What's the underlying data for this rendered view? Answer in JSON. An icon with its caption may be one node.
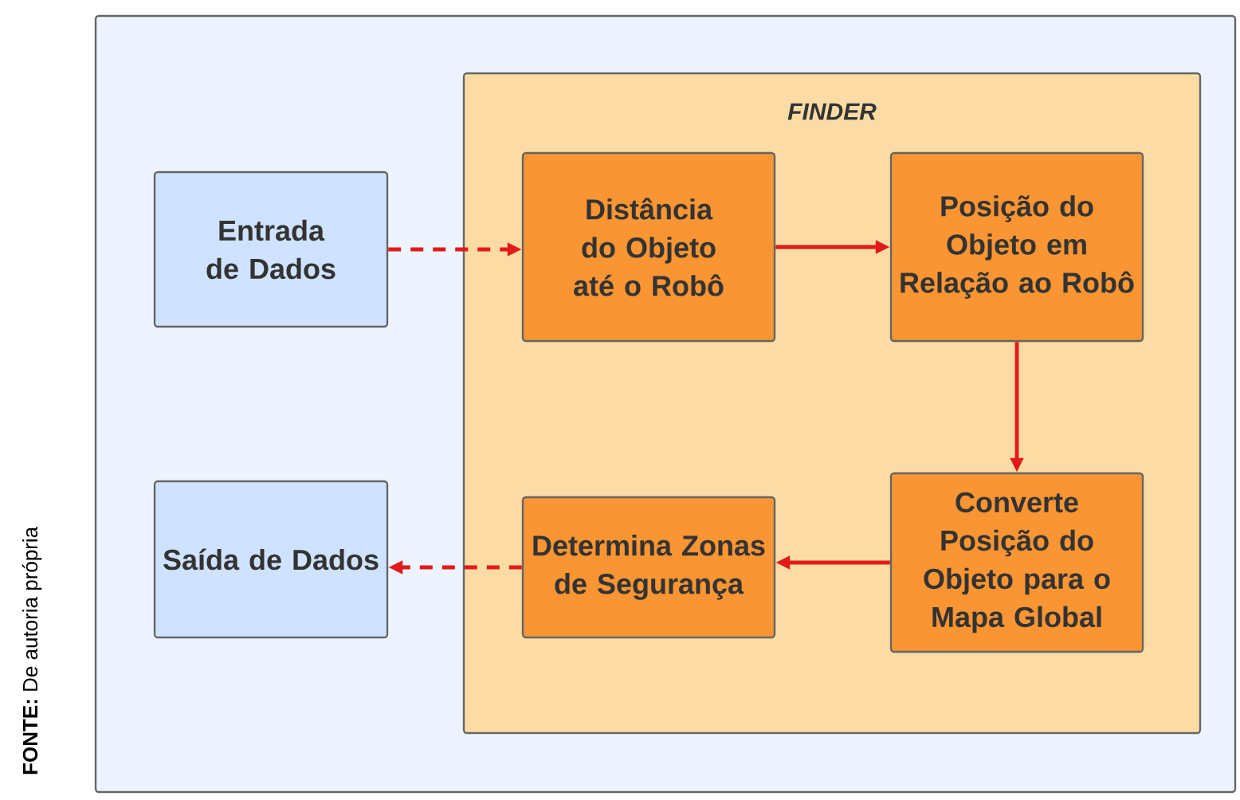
{
  "diagram": {
    "nodes": [
      {
        "text": [
          "FINDER"
        ]
      },
      {
        "text": [
          "Entrada de Dados"
        ]
      },
      {
        "text": [
          "Distância do Objeto até o Robô"
        ],
        "in": 0
      },
      {
        "text": [
          "Posição do Objeto em Relação ao Robô"
        ],
        "in": 0
      },
      {
        "text": [
          "Saída de Dados"
        ]
      },
      {
        "text": [
          "Determina Zonas de Segurança"
        ],
        "in": 0
      },
      {
        "text": [
          "Converte Posição do Objeto para o Mapa Global"
        ],
        "in": 0
      }
    ],
    "edges": [
      {
        "from": 1,
        "to": 2,
        "arrow": "to",
        "style": "dashed"
      },
      {
        "from": 2,
        "to": 3,
        "arrow": "to"
      },
      {
        "from": 3,
        "to": 6,
        "arrow": "to"
      },
      {
        "from": 6,
        "to": 5,
        "arrow": "to"
      },
      {
        "from": 5,
        "to": 4,
        "arrow": "to",
        "style": "dashed"
      }
    ],
    "labels": [
      "**FONTE:** De autoria própria"
    ]
  }
}
